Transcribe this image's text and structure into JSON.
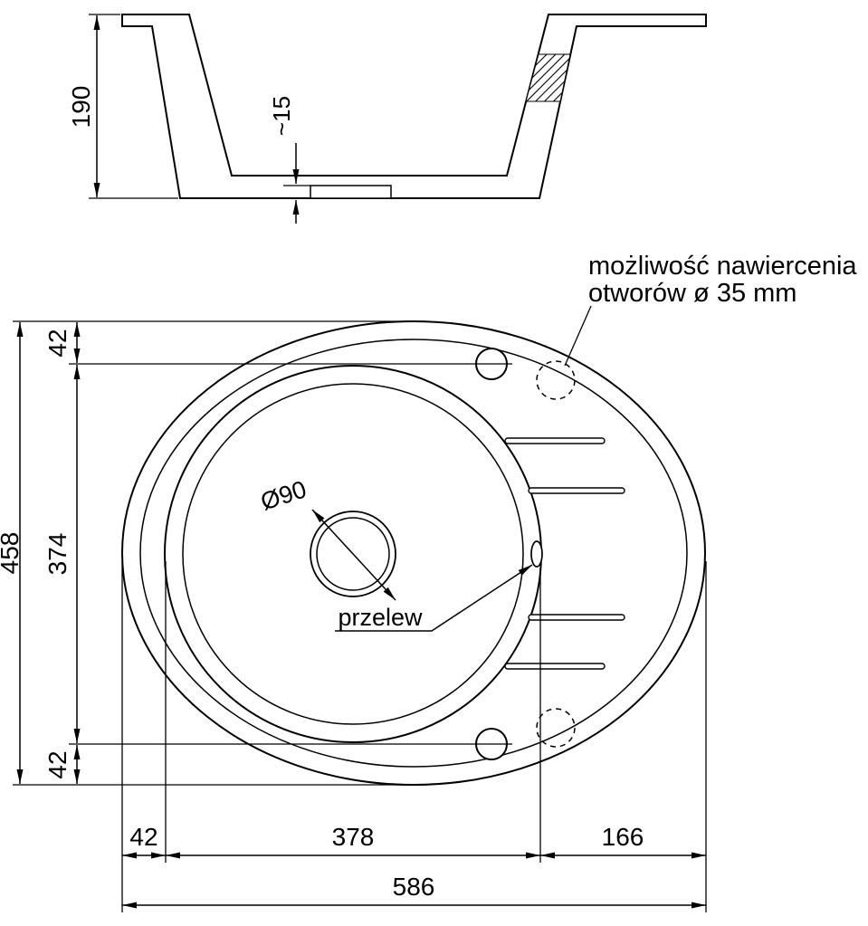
{
  "colors": {
    "line": "#000000",
    "background": "#ffffff"
  },
  "dims": {
    "height": "190",
    "bottom_thickness": "~15",
    "total_depth": "458",
    "top_offset": "42",
    "bowl_depth": "374",
    "bottom_offset": "42",
    "left_offset": "42",
    "bowl_width": "378",
    "drainer_width": "166",
    "total_width": "586"
  },
  "labels": {
    "note_line1": "możliwość nawiercenia",
    "note_line2": "otworów ø 35 mm",
    "overflow": "przelew",
    "drain_diameter": "Ø90"
  }
}
